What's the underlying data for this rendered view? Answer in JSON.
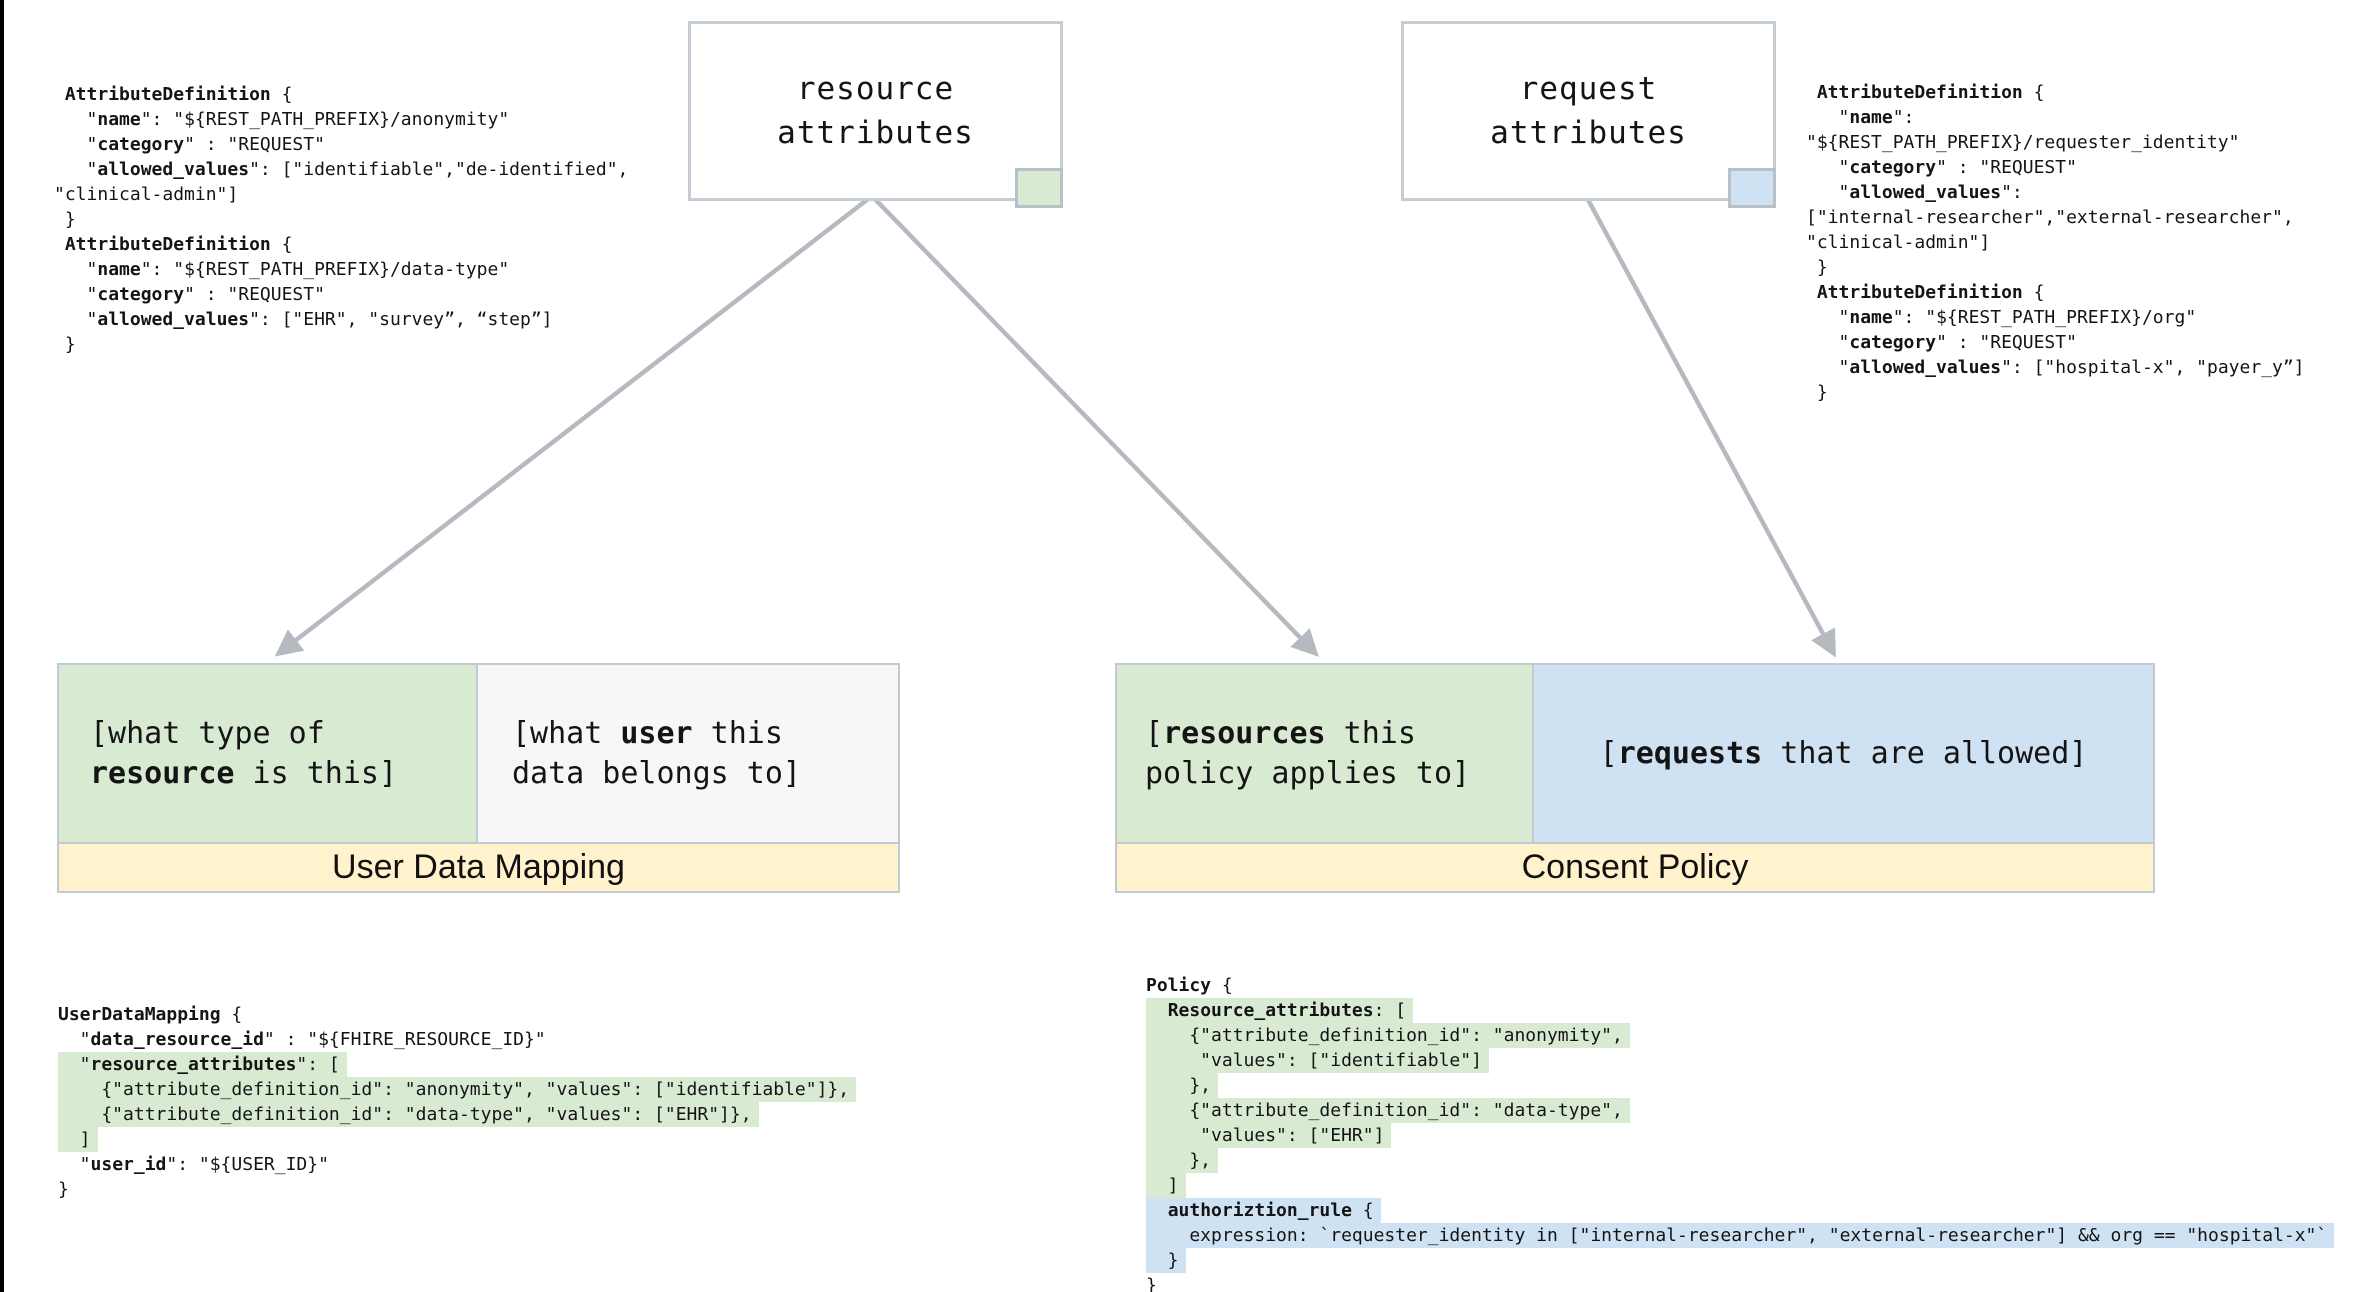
{
  "colors": {
    "green": "#d9ead3",
    "blue": "#cfe2f3",
    "yellow": "#fff2cc",
    "plain_cell": "#f5f7f9",
    "border_gray": "#c2c9d0",
    "arrow_gray": "#b5bac0",
    "edge_black": "#000000"
  },
  "boxes": {
    "resource": {
      "title": "resource\nattributes",
      "corner_color_key": "green"
    },
    "request": {
      "title": "request\nattributes",
      "corner_color_key": "blue"
    }
  },
  "tables": {
    "user_data_mapping": {
      "label": "User Data Mapping",
      "cells": [
        {
          "bg": "green",
          "lines": [
            [
              {
                "t": "[what type of"
              }
            ],
            [
              {
                "t": "resource",
                "b": true
              },
              {
                "t": " is this]"
              }
            ]
          ]
        },
        {
          "bg": "plain",
          "lines": [
            [
              {
                "t": "[what "
              },
              {
                "t": "user",
                "b": true
              },
              {
                "t": " this"
              }
            ],
            [
              {
                "t": "data belongs to]"
              }
            ]
          ]
        }
      ]
    },
    "consent_policy": {
      "label": "Consent Policy",
      "cells": [
        {
          "bg": "green",
          "lines": [
            [
              {
                "t": "["
              },
              {
                "t": "resources",
                "b": true
              },
              {
                "t": " this"
              }
            ],
            [
              {
                "t": "policy applies to]"
              }
            ]
          ]
        },
        {
          "bg": "blue",
          "lines": [
            [
              {
                "t": "["
              },
              {
                "t": "requests",
                "b": true
              },
              {
                "t": " that are allowed]"
              }
            ]
          ]
        }
      ]
    }
  },
  "code_blocks": {
    "top_left": {
      "lines": [
        {
          "parts": [
            {
              "t": " "
            },
            {
              "t": "AttributeDefinition",
              "b": true
            },
            {
              "t": " {"
            }
          ]
        },
        {
          "parts": [
            {
              "t": "   \""
            },
            {
              "t": "name",
              "b": true
            },
            {
              "t": "\": \"${REST_PATH_PREFIX}/anonymity\""
            }
          ]
        },
        {
          "parts": [
            {
              "t": "   \""
            },
            {
              "t": "category",
              "b": true
            },
            {
              "t": "\" : \"REQUEST\""
            }
          ]
        },
        {
          "parts": [
            {
              "t": "   \""
            },
            {
              "t": "allowed_values",
              "b": true
            },
            {
              "t": "\": [\"identifiable\",\"de-identified\","
            }
          ]
        },
        {
          "parts": [
            {
              "t": "\"clinical-admin\"]"
            }
          ]
        },
        {
          "parts": [
            {
              "t": " }"
            }
          ]
        },
        {
          "parts": [
            {
              "t": " "
            },
            {
              "t": "AttributeDefinition",
              "b": true
            },
            {
              "t": " {"
            }
          ]
        },
        {
          "parts": [
            {
              "t": "   \""
            },
            {
              "t": "name",
              "b": true
            },
            {
              "t": "\": \"${REST_PATH_PREFIX}/data-type\""
            }
          ]
        },
        {
          "parts": [
            {
              "t": "   \""
            },
            {
              "t": "category",
              "b": true
            },
            {
              "t": "\" : \"REQUEST\""
            }
          ]
        },
        {
          "parts": [
            {
              "t": "   \""
            },
            {
              "t": "allowed_values",
              "b": true
            },
            {
              "t": "\": [\"EHR\", \"survey”, “step”]"
            }
          ]
        },
        {
          "parts": [
            {
              "t": " }"
            }
          ]
        }
      ]
    },
    "top_right": {
      "lines": [
        {
          "parts": [
            {
              "t": " "
            },
            {
              "t": "AttributeDefinition",
              "b": true
            },
            {
              "t": " {"
            }
          ]
        },
        {
          "parts": [
            {
              "t": "   \""
            },
            {
              "t": "name",
              "b": true
            },
            {
              "t": "\":"
            }
          ]
        },
        {
          "parts": [
            {
              "t": "\"${REST_PATH_PREFIX}/requester_identity\""
            }
          ]
        },
        {
          "parts": [
            {
              "t": "   \""
            },
            {
              "t": "category",
              "b": true
            },
            {
              "t": "\" : \"REQUEST\""
            }
          ]
        },
        {
          "parts": [
            {
              "t": "   \""
            },
            {
              "t": "allowed_values",
              "b": true
            },
            {
              "t": "\":"
            }
          ]
        },
        {
          "parts": [
            {
              "t": "[\"internal-researcher\",\"external-researcher\","
            }
          ]
        },
        {
          "parts": [
            {
              "t": "\"clinical-admin\"]"
            }
          ]
        },
        {
          "parts": [
            {
              "t": " }"
            }
          ]
        },
        {
          "parts": [
            {
              "t": " "
            },
            {
              "t": "AttributeDefinition",
              "b": true
            },
            {
              "t": " {"
            }
          ]
        },
        {
          "parts": [
            {
              "t": "   \""
            },
            {
              "t": "name",
              "b": true
            },
            {
              "t": "\": \"${REST_PATH_PREFIX}/org\""
            }
          ]
        },
        {
          "parts": [
            {
              "t": "   \""
            },
            {
              "t": "category",
              "b": true
            },
            {
              "t": "\" : \"REQUEST\""
            }
          ]
        },
        {
          "parts": [
            {
              "t": "   \""
            },
            {
              "t": "allowed_values",
              "b": true
            },
            {
              "t": "\": [\"hospital-x\", \"payer_y”]"
            }
          ]
        },
        {
          "parts": [
            {
              "t": " }"
            }
          ]
        }
      ]
    },
    "bottom_left": {
      "lines": [
        {
          "parts": [
            {
              "t": "UserDataMapping",
              "b": true
            },
            {
              "t": " {"
            }
          ]
        },
        {
          "parts": [
            {
              "t": "  \""
            },
            {
              "t": "data_resource_id",
              "b": true
            },
            {
              "t": "\" : \"${FHIRE_RESOURCE_ID}\""
            }
          ]
        },
        {
          "hl": "green",
          "parts": [
            {
              "t": "  \""
            },
            {
              "t": "resource_attributes",
              "b": true
            },
            {
              "t": "\": ["
            }
          ]
        },
        {
          "hl": "green",
          "parts": [
            {
              "t": "    {\"attribute_definition_id\": \"anonymity\", \"values\": [\"identifiable\"]},"
            }
          ]
        },
        {
          "hl": "green",
          "parts": [
            {
              "t": "    {\"attribute_definition_id\": \"data-type\", \"values\": [\"EHR\"]},"
            }
          ]
        },
        {
          "hl": "green",
          "parts": [
            {
              "t": "  ]"
            }
          ]
        },
        {
          "parts": [
            {
              "t": "  \""
            },
            {
              "t": "user_id",
              "b": true
            },
            {
              "t": "\": \"${USER_ID}\""
            }
          ]
        },
        {
          "parts": [
            {
              "t": "}"
            }
          ]
        }
      ]
    },
    "bottom_right": {
      "lines": [
        {
          "parts": [
            {
              "t": "Policy",
              "b": true
            },
            {
              "t": " {"
            }
          ]
        },
        {
          "hl": "green",
          "parts": [
            {
              "t": "  "
            },
            {
              "t": "Resource_attributes",
              "b": true
            },
            {
              "t": ": ["
            }
          ]
        },
        {
          "hl": "green",
          "parts": [
            {
              "t": "    {\"attribute_definition_id\": \"anonymity\","
            }
          ]
        },
        {
          "hl": "green",
          "parts": [
            {
              "t": "     \"values\": [\"identifiable\"]"
            }
          ]
        },
        {
          "hl": "green",
          "parts": [
            {
              "t": "    },"
            }
          ]
        },
        {
          "hl": "green",
          "parts": [
            {
              "t": "    {\"attribute_definition_id\": \"data-type\","
            }
          ]
        },
        {
          "hl": "green",
          "parts": [
            {
              "t": "     \"values\": [\"EHR\"]"
            }
          ]
        },
        {
          "hl": "green",
          "parts": [
            {
              "t": "    },"
            }
          ]
        },
        {
          "hl": "green",
          "parts": [
            {
              "t": "  ]"
            }
          ]
        },
        {
          "hl": "blue",
          "parts": [
            {
              "t": "  "
            },
            {
              "t": "authoriztion_rule",
              "b": true
            },
            {
              "t": " {"
            }
          ]
        },
        {
          "hl": "blue",
          "parts": [
            {
              "t": "    expression: `requester_identity in [\"internal-researcher\", \"external-researcher\"] && org == \"hospital-x\"`"
            }
          ]
        },
        {
          "hl": "blue",
          "parts": [
            {
              "t": "  }"
            }
          ]
        },
        {
          "parts": [
            {
              "t": "}"
            }
          ]
        }
      ]
    }
  }
}
